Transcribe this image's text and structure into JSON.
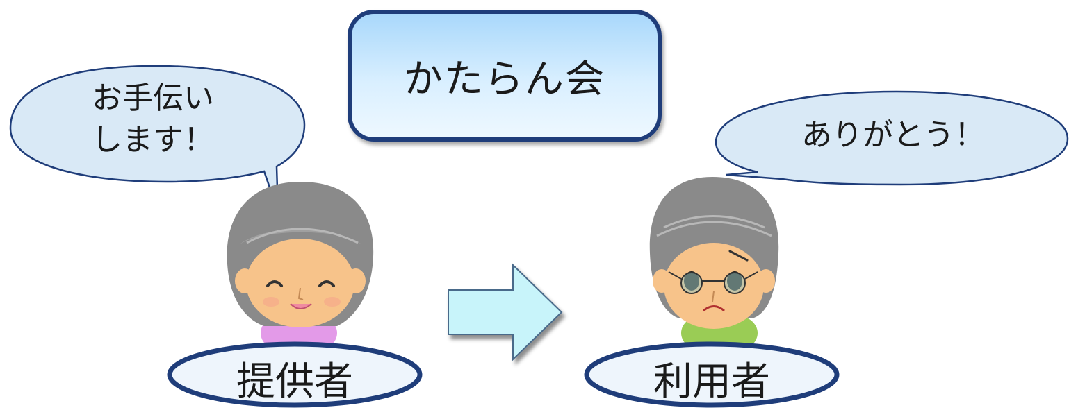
{
  "title": "かたらん会",
  "provider": {
    "speech": [
      "お手伝い",
      "します！"
    ],
    "role_label": "提供者"
  },
  "user": {
    "speech": "ありがとう！",
    "role_label": "利用者"
  },
  "colors": {
    "outline": "#1f3d7a",
    "bubble_fill": "#d9e9f6",
    "title_gradient_top": "#a9d8fb",
    "arrow_fill": "#c8f4fa",
    "hair": "#8a8a8a",
    "skin": "#f7c38a",
    "provider_shirt": "#e39ae8",
    "user_shirt": "#9acc55"
  }
}
